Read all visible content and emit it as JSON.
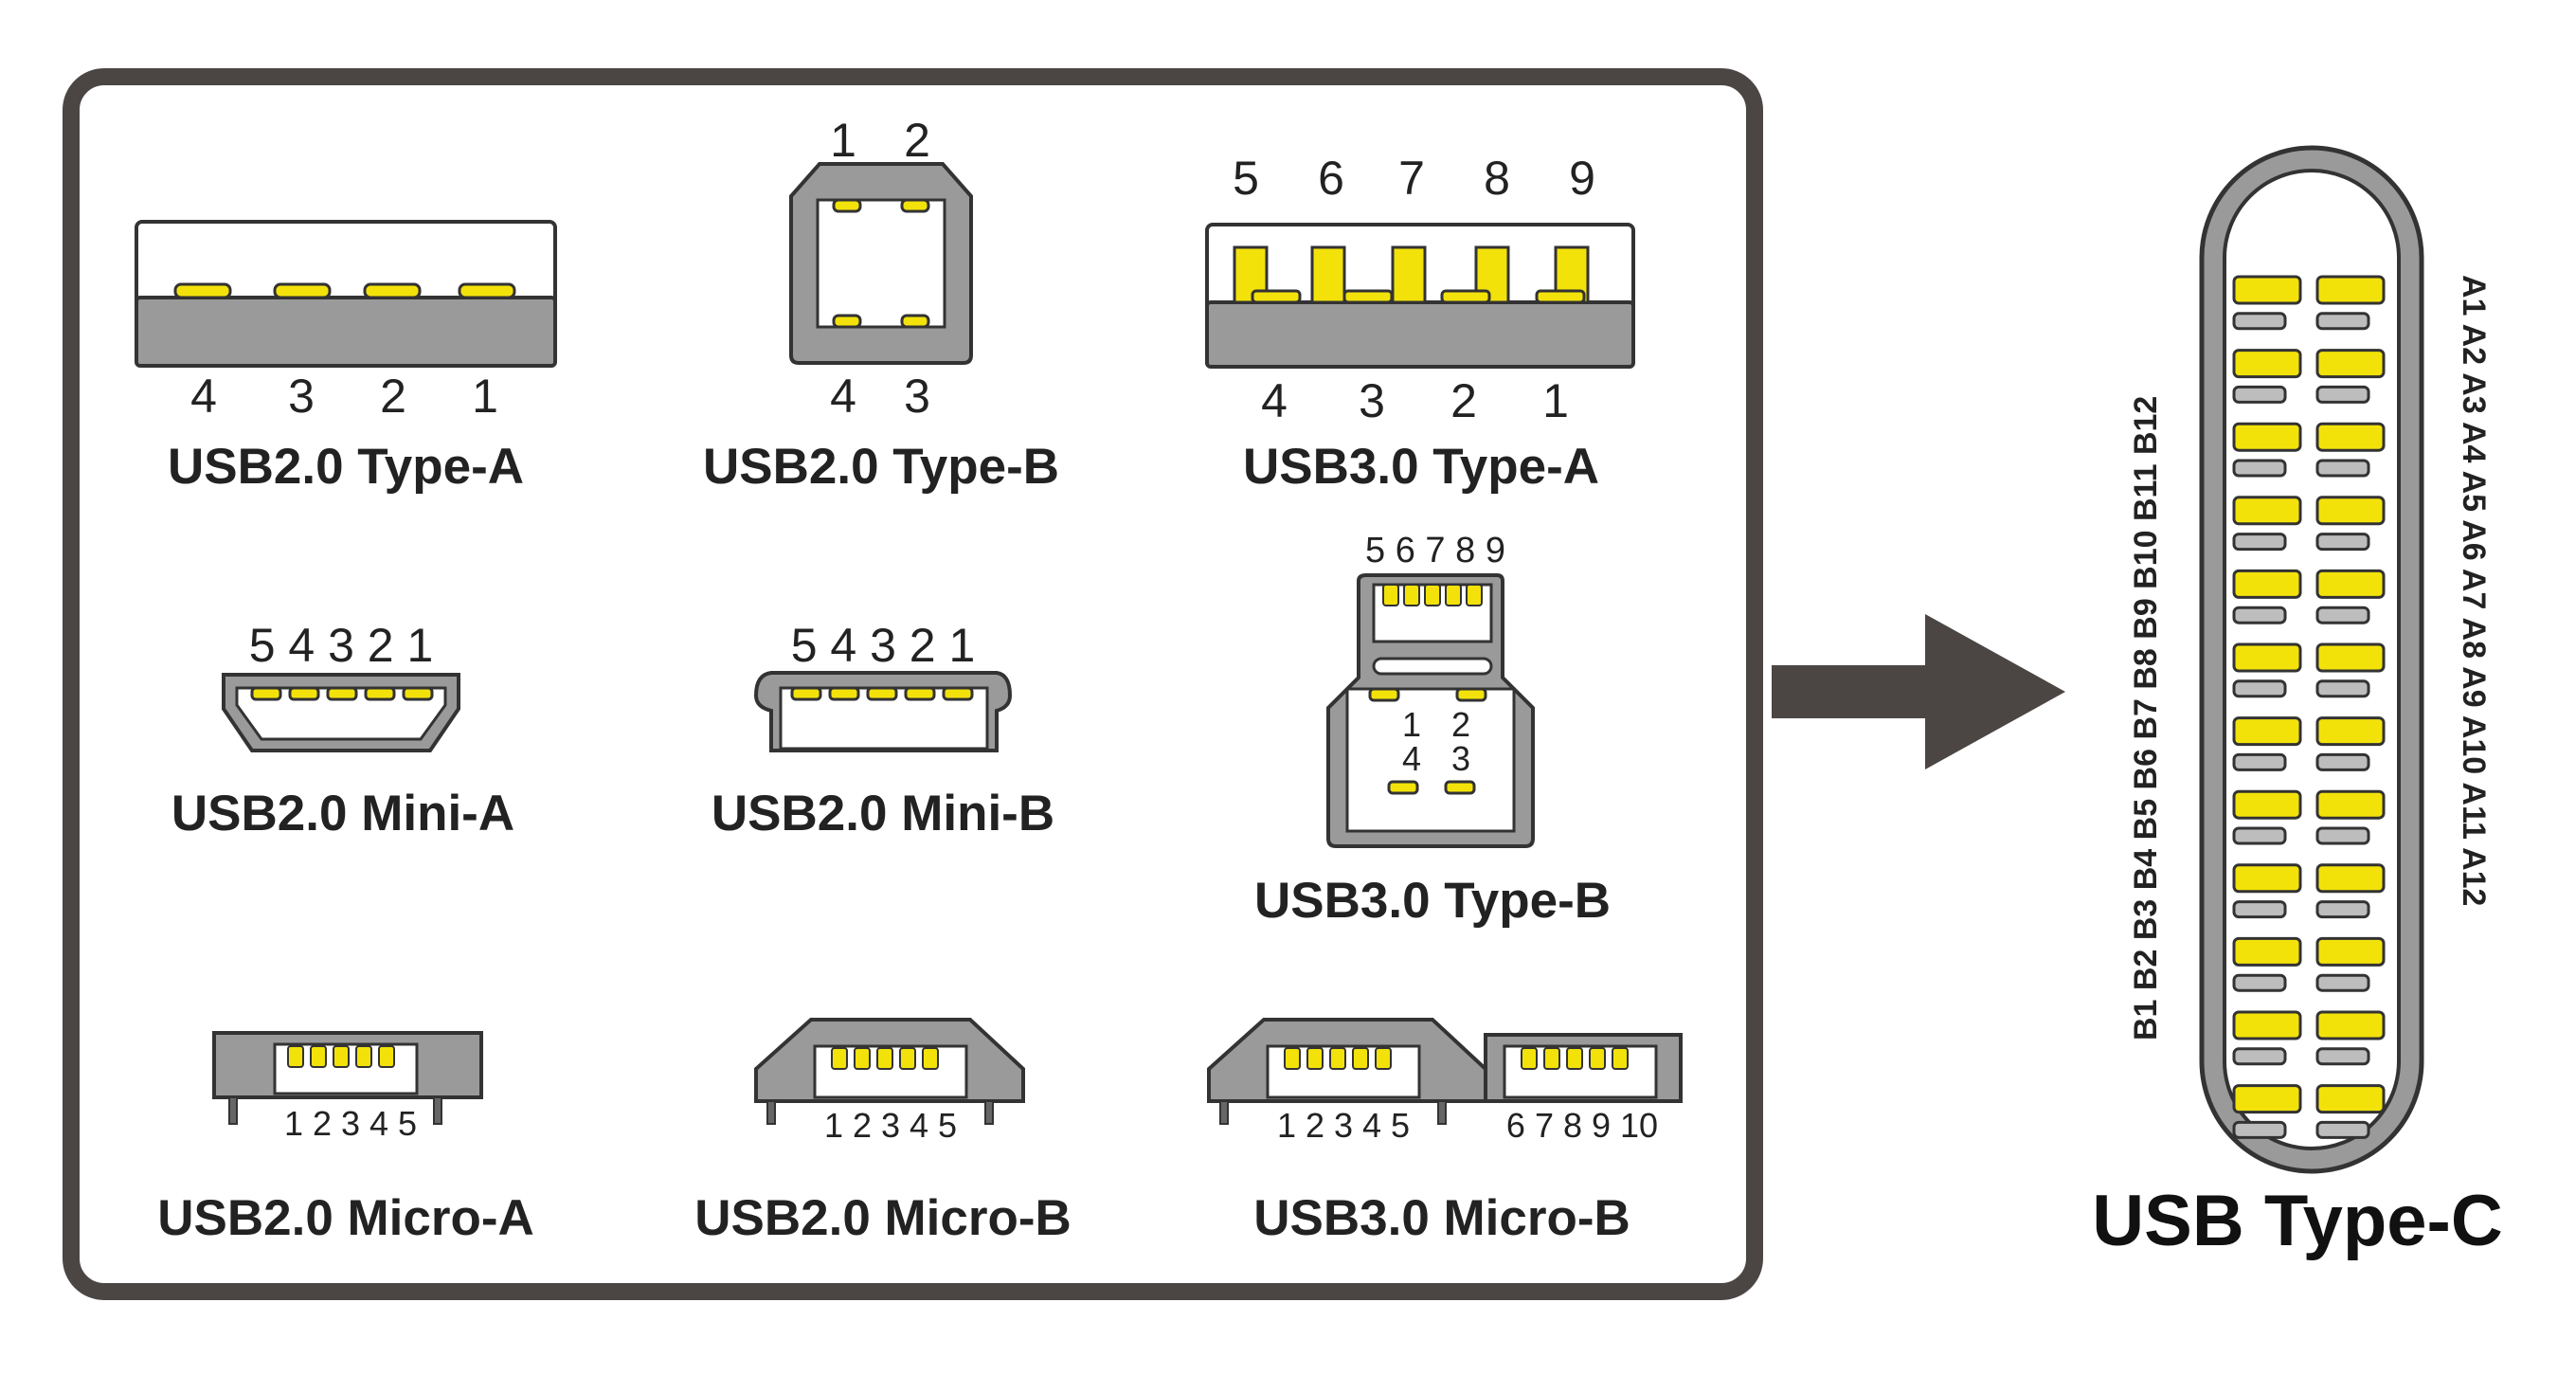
{
  "colors": {
    "gold_pin": "#f3e20a",
    "gray_body": "#9a9a9a",
    "dark_outline": "#4b4644",
    "pin_outline": "#333333"
  },
  "connectors": {
    "usb2_type_a": {
      "label": "USB2.0 Type-A",
      "pins": [
        "4",
        "3",
        "2",
        "1"
      ]
    },
    "usb2_type_b": {
      "label": "USB2.0 Type-B",
      "pins_top": [
        "1",
        "2"
      ],
      "pins_bottom": [
        "4",
        "3"
      ]
    },
    "usb3_type_a": {
      "label": "USB3.0 Type-A",
      "pins_top": [
        "5",
        "6",
        "7",
        "8",
        "9"
      ],
      "pins_bottom": [
        "4",
        "3",
        "2",
        "1"
      ]
    },
    "usb2_mini_a": {
      "label": "USB2.0 Mini-A",
      "pins": "5 4 3 2 1"
    },
    "usb2_mini_b": {
      "label": "USB2.0 Mini-B",
      "pins": "5 4 3 2 1"
    },
    "usb3_type_b": {
      "label": "USB3.0 Type-B",
      "pins_top": "5 6 7 8 9",
      "pins_inner_top": [
        "1",
        "2"
      ],
      "pins_inner_bottom": [
        "4",
        "3"
      ]
    },
    "usb2_micro_a": {
      "label": "USB2.0 Micro-A",
      "pins": "1 2 3 4 5"
    },
    "usb2_micro_b": {
      "label": "USB2.0 Micro-B",
      "pins": "1 2 3 4 5"
    },
    "usb3_micro_b": {
      "label": "USB3.0 Micro-B",
      "pins_left": "1 2 3 4 5",
      "pins_right": "6 7 8 9 10"
    }
  },
  "usb_type_c": {
    "label": "USB Type-C",
    "a_pins": "A1 A2 A3 A4 A5 A6 A7 A8 A9 A10 A11 A12",
    "b_pins": "B1 B2 B3 B4 B5 B6 B7 B8 B9 B10 B11 B12"
  }
}
